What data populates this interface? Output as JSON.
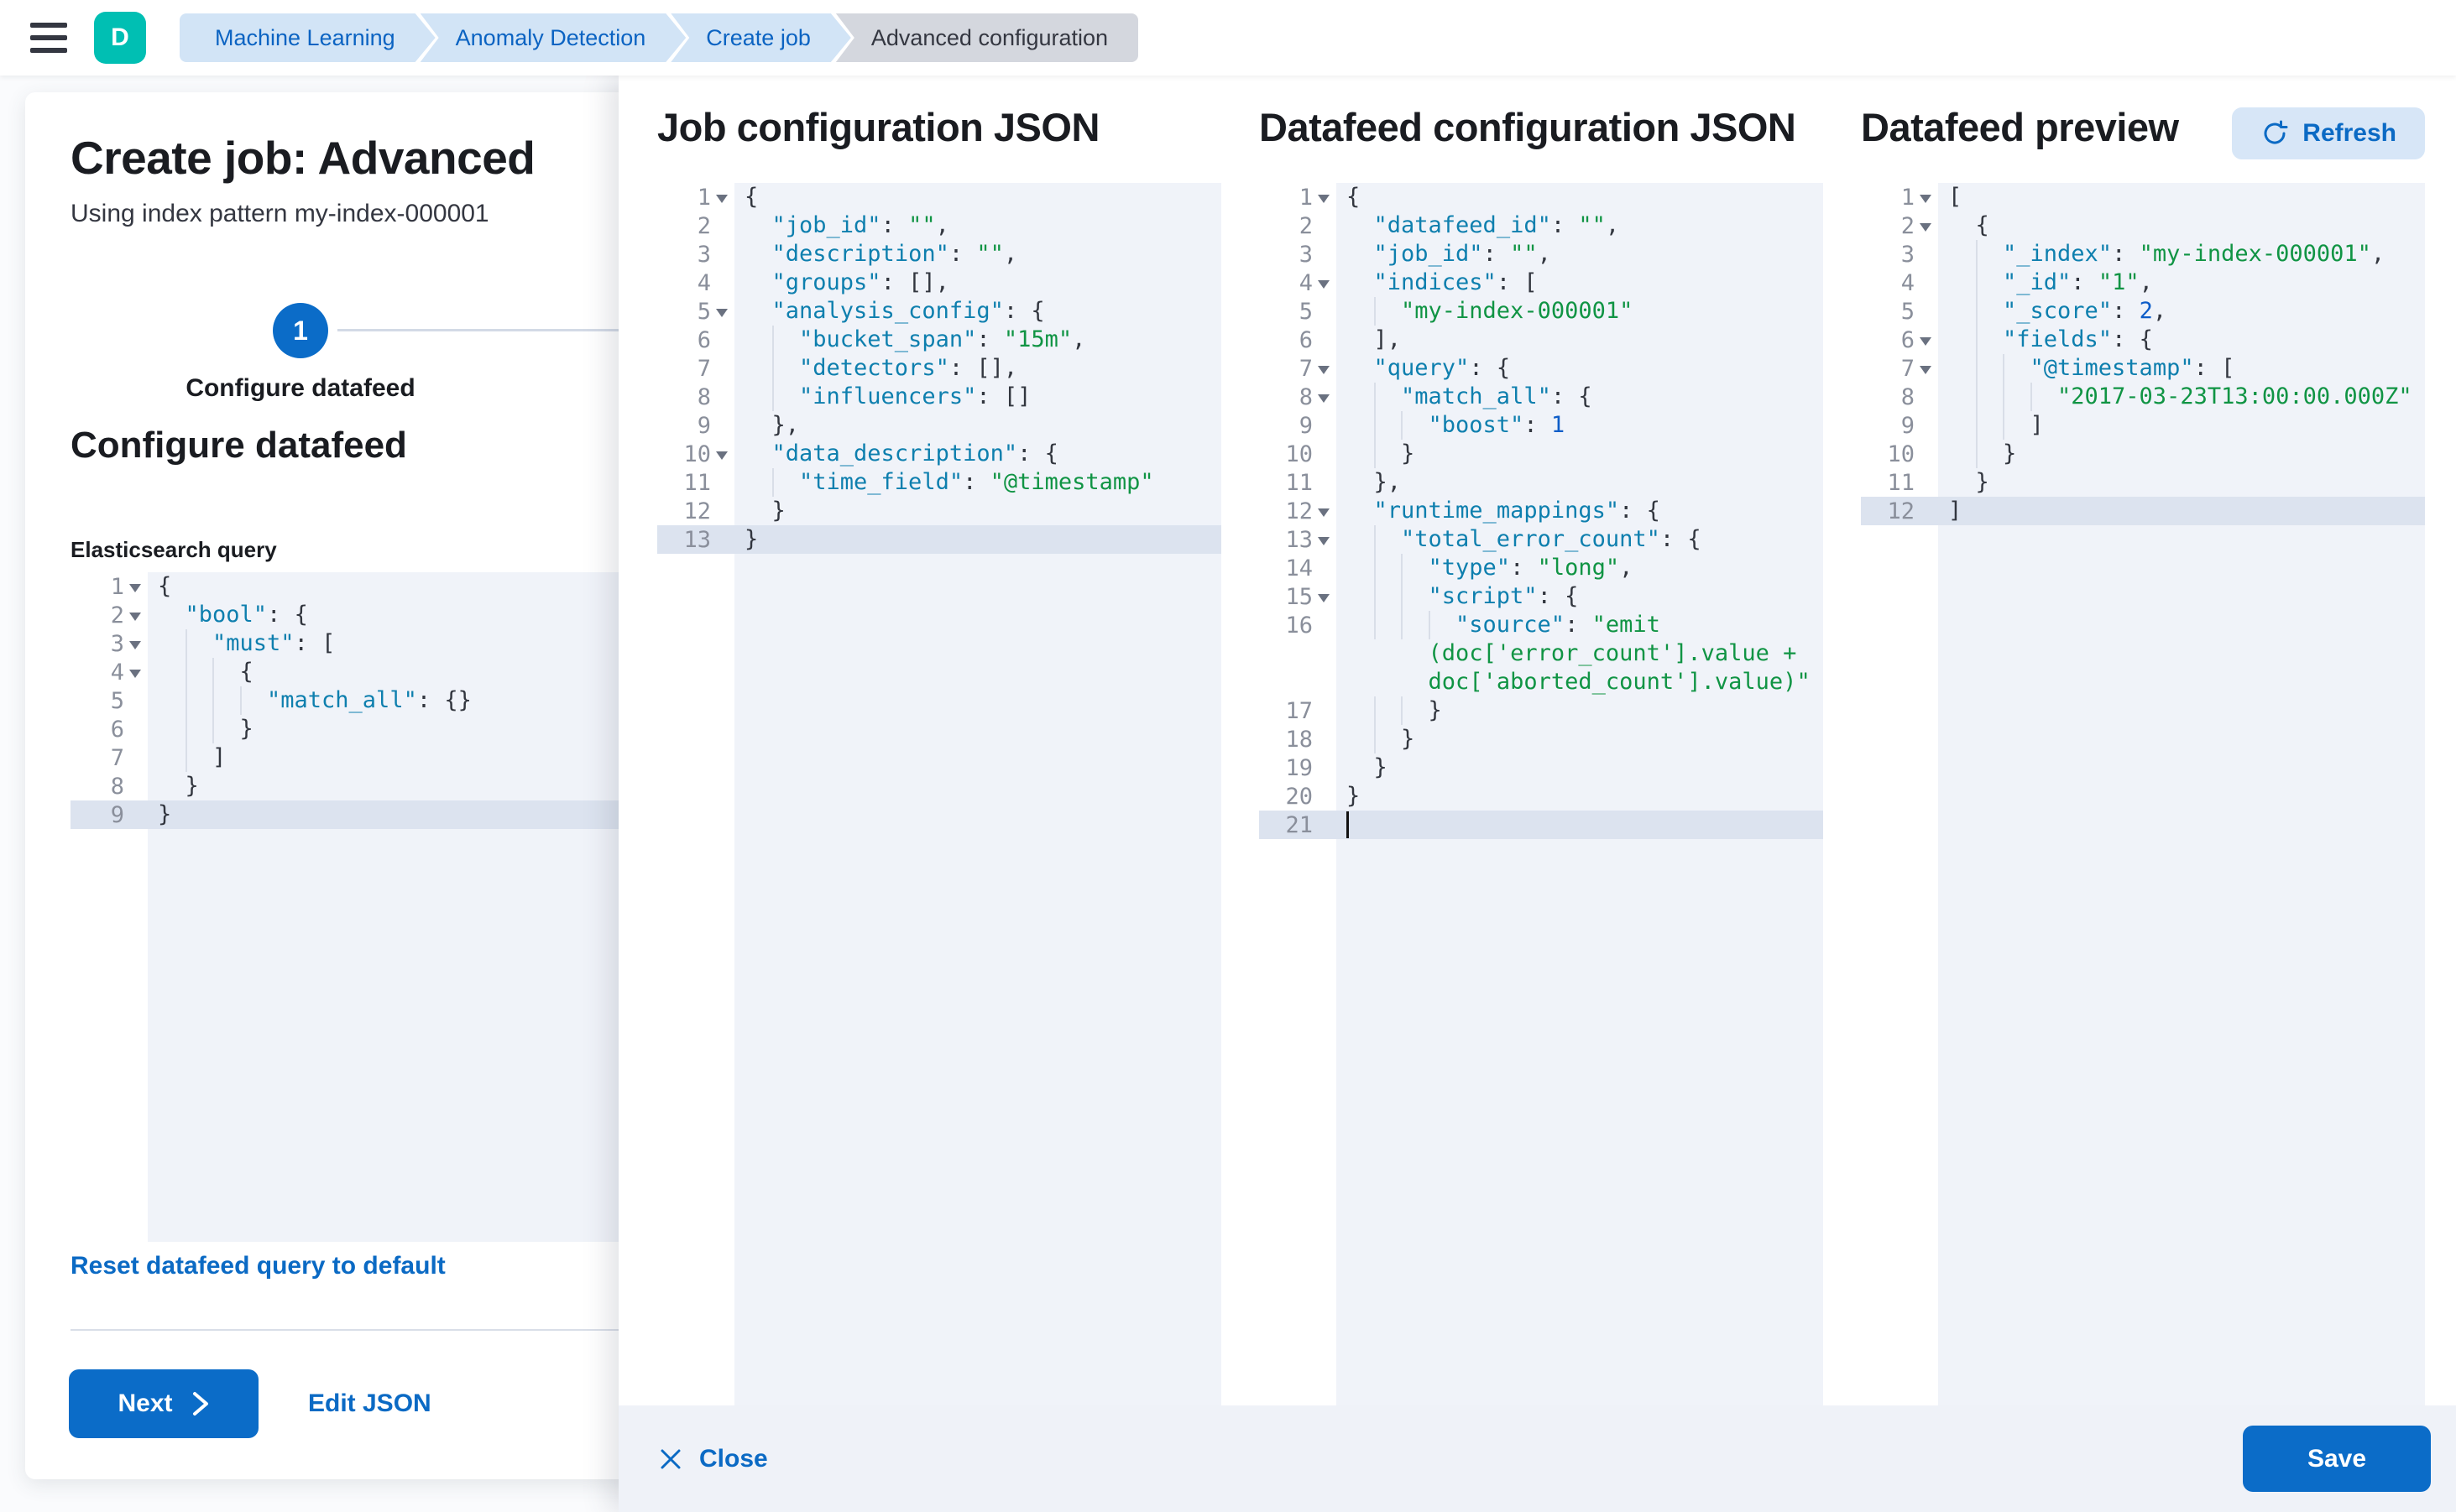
{
  "colors": {
    "primary": "#0b6cc8",
    "link": "#0b6ac4",
    "avatar_bg": "#00bfb3",
    "breadcrumb_bg": "#d2e4f6",
    "breadcrumb_current_bg": "#d4d7de",
    "code_key": "#0e7fae",
    "code_string": "#109444",
    "code_number": "#0e5dc8",
    "editor_bg": "#f0f3f9",
    "active_line_bg": "#dce3ef"
  },
  "topbar": {
    "avatar": "D",
    "breadcrumbs": [
      {
        "label": "Machine Learning"
      },
      {
        "label": "Anomaly Detection"
      },
      {
        "label": "Create job"
      },
      {
        "label": "Advanced configuration"
      }
    ]
  },
  "wizard": {
    "title": "Create job: Advanced",
    "subtitle": "Using index pattern my-index-000001",
    "step_number": "1",
    "step_label": "Configure datafeed",
    "section_heading": "Configure datafeed",
    "query_label": "Elasticsearch query",
    "reset_link": "Reset datafeed query to default",
    "next_label": "Next",
    "edit_json_label": "Edit JSON"
  },
  "flyout": {
    "columns": [
      {
        "title": "Job configuration JSON"
      },
      {
        "title": "Datafeed configuration JSON"
      },
      {
        "title": "Datafeed preview",
        "refresh_label": "Refresh"
      }
    ],
    "footer": {
      "close_label": "Close",
      "save_label": "Save"
    }
  },
  "editors": {
    "query": {
      "lines": [
        {
          "num": "1",
          "fold": true,
          "tokens": [
            [
              "p",
              "{"
            ]
          ]
        },
        {
          "num": "2",
          "fold": true,
          "tokens": [
            [
              "p",
              "  "
            ],
            [
              "k",
              "\"bool\""
            ],
            [
              "p",
              ": {"
            ]
          ]
        },
        {
          "num": "3",
          "fold": true,
          "tokens": [
            [
              "p",
              "  "
            ],
            [
              "g",
              "  "
            ],
            [
              "k",
              "\"must\""
            ],
            [
              "p",
              ": ["
            ]
          ]
        },
        {
          "num": "4",
          "fold": true,
          "tokens": [
            [
              "p",
              "  "
            ],
            [
              "g",
              "  "
            ],
            [
              "g",
              "  "
            ],
            [
              "p",
              "{"
            ]
          ]
        },
        {
          "num": "5",
          "tokens": [
            [
              "p",
              "  "
            ],
            [
              "g",
              "  "
            ],
            [
              "g",
              "  "
            ],
            [
              "g",
              "  "
            ],
            [
              "k",
              "\"match_all\""
            ],
            [
              "p",
              ": {}"
            ]
          ]
        },
        {
          "num": "6",
          "tokens": [
            [
              "p",
              "  "
            ],
            [
              "g",
              "  "
            ],
            [
              "g",
              "  "
            ],
            [
              "p",
              "}"
            ]
          ]
        },
        {
          "num": "7",
          "tokens": [
            [
              "p",
              "  "
            ],
            [
              "g",
              "  "
            ],
            [
              "p",
              "]"
            ]
          ]
        },
        {
          "num": "8",
          "tokens": [
            [
              "p",
              "  "
            ],
            [
              "p",
              "}"
            ]
          ]
        },
        {
          "num": "9",
          "active": true,
          "tokens": [
            [
              "p",
              "}"
            ]
          ]
        }
      ]
    },
    "job": {
      "lines": [
        {
          "num": "1",
          "fold": true,
          "tokens": [
            [
              "p",
              "{"
            ]
          ]
        },
        {
          "num": "2",
          "tokens": [
            [
              "p",
              "  "
            ],
            [
              "k",
              "\"job_id\""
            ],
            [
              "p",
              ": "
            ],
            [
              "s",
              "\"\""
            ],
            [
              "p",
              ","
            ]
          ]
        },
        {
          "num": "3",
          "tokens": [
            [
              "p",
              "  "
            ],
            [
              "k",
              "\"description\""
            ],
            [
              "p",
              ": "
            ],
            [
              "s",
              "\"\""
            ],
            [
              "p",
              ","
            ]
          ]
        },
        {
          "num": "4",
          "tokens": [
            [
              "p",
              "  "
            ],
            [
              "k",
              "\"groups\""
            ],
            [
              "p",
              ": [],"
            ]
          ]
        },
        {
          "num": "5",
          "fold": true,
          "tokens": [
            [
              "p",
              "  "
            ],
            [
              "k",
              "\"analysis_config\""
            ],
            [
              "p",
              ": {"
            ]
          ]
        },
        {
          "num": "6",
          "tokens": [
            [
              "p",
              "  "
            ],
            [
              "g",
              "  "
            ],
            [
              "k",
              "\"bucket_span\""
            ],
            [
              "p",
              ": "
            ],
            [
              "s",
              "\"15m\""
            ],
            [
              "p",
              ","
            ]
          ]
        },
        {
          "num": "7",
          "tokens": [
            [
              "p",
              "  "
            ],
            [
              "g",
              "  "
            ],
            [
              "k",
              "\"detectors\""
            ],
            [
              "p",
              ": [],"
            ]
          ]
        },
        {
          "num": "8",
          "tokens": [
            [
              "p",
              "  "
            ],
            [
              "g",
              "  "
            ],
            [
              "k",
              "\"influencers\""
            ],
            [
              "p",
              ": []"
            ]
          ]
        },
        {
          "num": "9",
          "tokens": [
            [
              "p",
              "  "
            ],
            [
              "p",
              "},"
            ]
          ]
        },
        {
          "num": "10",
          "fold": true,
          "tokens": [
            [
              "p",
              "  "
            ],
            [
              "k",
              "\"data_description\""
            ],
            [
              "p",
              ": {"
            ]
          ]
        },
        {
          "num": "11",
          "tokens": [
            [
              "p",
              "  "
            ],
            [
              "g",
              "  "
            ],
            [
              "k",
              "\"time_field\""
            ],
            [
              "p",
              ": "
            ],
            [
              "s",
              "\"@timestamp\""
            ]
          ]
        },
        {
          "num": "12",
          "tokens": [
            [
              "p",
              "  "
            ],
            [
              "p",
              "}"
            ]
          ]
        },
        {
          "num": "13",
          "active": true,
          "tokens": [
            [
              "p",
              "}"
            ]
          ]
        }
      ]
    },
    "datafeed": {
      "lines": [
        {
          "num": "1",
          "fold": true,
          "tokens": [
            [
              "p",
              "{"
            ]
          ]
        },
        {
          "num": "2",
          "tokens": [
            [
              "p",
              "  "
            ],
            [
              "k",
              "\"datafeed_id\""
            ],
            [
              "p",
              ": "
            ],
            [
              "s",
              "\"\""
            ],
            [
              "p",
              ","
            ]
          ]
        },
        {
          "num": "3",
          "tokens": [
            [
              "p",
              "  "
            ],
            [
              "k",
              "\"job_id\""
            ],
            [
              "p",
              ": "
            ],
            [
              "s",
              "\"\""
            ],
            [
              "p",
              ","
            ]
          ]
        },
        {
          "num": "4",
          "fold": true,
          "tokens": [
            [
              "p",
              "  "
            ],
            [
              "k",
              "\"indices\""
            ],
            [
              "p",
              ": ["
            ]
          ]
        },
        {
          "num": "5",
          "tokens": [
            [
              "p",
              "  "
            ],
            [
              "g",
              "  "
            ],
            [
              "s",
              "\"my-index-000001\""
            ]
          ]
        },
        {
          "num": "6",
          "tokens": [
            [
              "p",
              "  "
            ],
            [
              "p",
              "],"
            ]
          ]
        },
        {
          "num": "7",
          "fold": true,
          "tokens": [
            [
              "p",
              "  "
            ],
            [
              "k",
              "\"query\""
            ],
            [
              "p",
              ": {"
            ]
          ]
        },
        {
          "num": "8",
          "fold": true,
          "tokens": [
            [
              "p",
              "  "
            ],
            [
              "g",
              "  "
            ],
            [
              "k",
              "\"match_all\""
            ],
            [
              "p",
              ": {"
            ]
          ]
        },
        {
          "num": "9",
          "tokens": [
            [
              "p",
              "  "
            ],
            [
              "g",
              "  "
            ],
            [
              "g",
              "  "
            ],
            [
              "k",
              "\"boost\""
            ],
            [
              "p",
              ": "
            ],
            [
              "n",
              "1"
            ]
          ]
        },
        {
          "num": "10",
          "tokens": [
            [
              "p",
              "  "
            ],
            [
              "g",
              "  "
            ],
            [
              "p",
              "}"
            ]
          ]
        },
        {
          "num": "11",
          "tokens": [
            [
              "p",
              "  "
            ],
            [
              "p",
              "},"
            ]
          ]
        },
        {
          "num": "12",
          "fold": true,
          "tokens": [
            [
              "p",
              "  "
            ],
            [
              "k",
              "\"runtime_mappings\""
            ],
            [
              "p",
              ": {"
            ]
          ]
        },
        {
          "num": "13",
          "fold": true,
          "tokens": [
            [
              "p",
              "  "
            ],
            [
              "g",
              "  "
            ],
            [
              "k",
              "\"total_error_count\""
            ],
            [
              "p",
              ": {"
            ]
          ]
        },
        {
          "num": "14",
          "tokens": [
            [
              "p",
              "  "
            ],
            [
              "g",
              "  "
            ],
            [
              "g",
              "  "
            ],
            [
              "k",
              "\"type\""
            ],
            [
              "p",
              ": "
            ],
            [
              "s",
              "\"long\""
            ],
            [
              "p",
              ","
            ]
          ]
        },
        {
          "num": "15",
          "fold": true,
          "tokens": [
            [
              "p",
              "  "
            ],
            [
              "g",
              "  "
            ],
            [
              "g",
              "  "
            ],
            [
              "k",
              "\"script\""
            ],
            [
              "p",
              ": {"
            ]
          ]
        },
        {
          "num": "16",
          "tokens": [
            [
              "p",
              "  "
            ],
            [
              "g",
              "  "
            ],
            [
              "g",
              "  "
            ],
            [
              "g",
              "  "
            ],
            [
              "k",
              "\"source\""
            ],
            [
              "p",
              ": "
            ],
            [
              "s",
              "\"emit"
            ]
          ]
        },
        {
          "num": "",
          "tokens": [
            [
              "p",
              "      "
            ],
            [
              "s",
              "(doc['error_count'].value +"
            ]
          ]
        },
        {
          "num": "",
          "tokens": [
            [
              "p",
              "      "
            ],
            [
              "s",
              "doc['aborted_count'].value)\""
            ]
          ]
        },
        {
          "num": "17",
          "tokens": [
            [
              "p",
              "  "
            ],
            [
              "g",
              "  "
            ],
            [
              "g",
              "  "
            ],
            [
              "p",
              "}"
            ]
          ]
        },
        {
          "num": "18",
          "tokens": [
            [
              "p",
              "  "
            ],
            [
              "g",
              "  "
            ],
            [
              "p",
              "}"
            ]
          ]
        },
        {
          "num": "19",
          "tokens": [
            [
              "p",
              "  "
            ],
            [
              "p",
              "}"
            ]
          ]
        },
        {
          "num": "20",
          "tokens": [
            [
              "p",
              "}"
            ]
          ]
        },
        {
          "num": "21",
          "active": true,
          "cursor": true,
          "tokens": []
        }
      ]
    },
    "preview": {
      "lines": [
        {
          "num": "1",
          "fold": true,
          "tokens": [
            [
              "p",
              "["
            ]
          ]
        },
        {
          "num": "2",
          "fold": true,
          "tokens": [
            [
              "p",
              "  "
            ],
            [
              "p",
              "{"
            ]
          ]
        },
        {
          "num": "3",
          "tokens": [
            [
              "p",
              "  "
            ],
            [
              "g",
              "  "
            ],
            [
              "k",
              "\"_index\""
            ],
            [
              "p",
              ": "
            ],
            [
              "s",
              "\"my-index-000001\""
            ],
            [
              "p",
              ","
            ]
          ]
        },
        {
          "num": "4",
          "tokens": [
            [
              "p",
              "  "
            ],
            [
              "g",
              "  "
            ],
            [
              "k",
              "\"_id\""
            ],
            [
              "p",
              ": "
            ],
            [
              "s",
              "\"1\""
            ],
            [
              "p",
              ","
            ]
          ]
        },
        {
          "num": "5",
          "tokens": [
            [
              "p",
              "  "
            ],
            [
              "g",
              "  "
            ],
            [
              "k",
              "\"_score\""
            ],
            [
              "p",
              ": "
            ],
            [
              "n",
              "2"
            ],
            [
              "p",
              ","
            ]
          ]
        },
        {
          "num": "6",
          "fold": true,
          "tokens": [
            [
              "p",
              "  "
            ],
            [
              "g",
              "  "
            ],
            [
              "k",
              "\"fields\""
            ],
            [
              "p",
              ": {"
            ]
          ]
        },
        {
          "num": "7",
          "fold": true,
          "tokens": [
            [
              "p",
              "  "
            ],
            [
              "g",
              "  "
            ],
            [
              "g",
              "  "
            ],
            [
              "k",
              "\"@timestamp\""
            ],
            [
              "p",
              ": ["
            ]
          ]
        },
        {
          "num": "8",
          "tokens": [
            [
              "p",
              "  "
            ],
            [
              "g",
              "  "
            ],
            [
              "g",
              "  "
            ],
            [
              "g",
              "  "
            ],
            [
              "s",
              "\"2017-03-23T13:00:00.000Z\""
            ]
          ]
        },
        {
          "num": "9",
          "tokens": [
            [
              "p",
              "  "
            ],
            [
              "g",
              "  "
            ],
            [
              "g",
              "  "
            ],
            [
              "p",
              "]"
            ]
          ]
        },
        {
          "num": "10",
          "tokens": [
            [
              "p",
              "  "
            ],
            [
              "g",
              "  "
            ],
            [
              "p",
              "}"
            ]
          ]
        },
        {
          "num": "11",
          "tokens": [
            [
              "p",
              "  "
            ],
            [
              "p",
              "}"
            ]
          ]
        },
        {
          "num": "12",
          "active": true,
          "tokens": [
            [
              "p",
              "]"
            ]
          ]
        }
      ]
    }
  }
}
